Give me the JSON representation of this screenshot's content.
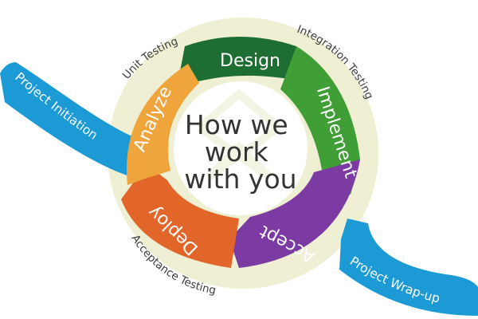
{
  "center": {
    "lines": [
      "How we",
      "work",
      "with you"
    ]
  },
  "phases": [
    {
      "id": "design",
      "label": "Design",
      "color": "#1e6e33"
    },
    {
      "id": "implement",
      "label": "Implement",
      "color": "#3f9e36"
    },
    {
      "id": "accept",
      "label": "Accept",
      "color": "#7b3ba2"
    },
    {
      "id": "deploy",
      "label": "Deploy",
      "color": "#e2662a"
    },
    {
      "id": "analyze",
      "label": "Analyze",
      "color": "#efa53c"
    }
  ],
  "ring_labels": {
    "unit": "Unit Testing",
    "integration": "Integration Testing",
    "acceptance": "Acceptance Testing"
  },
  "arrows": {
    "initiation": {
      "label": "Project Initiation",
      "color": "#1b9ad6"
    },
    "wrapup": {
      "label": "Project Wrap-up",
      "color": "#1b9ad6"
    }
  },
  "colors": {
    "outer_ring": "#eeefd3",
    "inner_disc": "#ffffff"
  }
}
